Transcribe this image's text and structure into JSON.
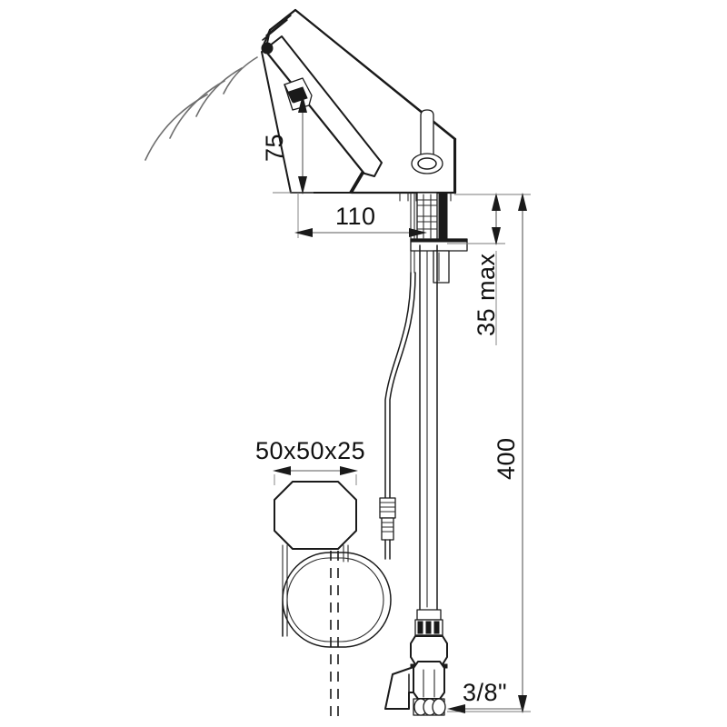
{
  "drawing": {
    "title": "Electronic sensor basin tap - dimensioned side elevation",
    "background_color": "#ffffff",
    "line_color": "#1a1a1a",
    "dimension_color": "#5a5a5a",
    "wave_color": "#6f6f6f"
  },
  "dimensions": {
    "sensor_height": {
      "value": "75",
      "orientation": "vertical",
      "description": "Height from mounting surface to sensor window"
    },
    "spout_reach": {
      "value": "110",
      "orientation": "horizontal",
      "description": "Spout projection from shank centre"
    },
    "deck_thickness": {
      "value": "35 max",
      "orientation": "vertical",
      "description": "Maximum mounting deck thickness"
    },
    "total_length": {
      "value": "400",
      "orientation": "vertical",
      "description": "Overall length below mounting surface"
    },
    "battery_box": {
      "value": "50x50x25",
      "orientation": "horizontal",
      "description": "Control / battery box dimensions"
    },
    "supply_thread": {
      "value": "3/8\"",
      "orientation": "horizontal",
      "description": "Supply inlet thread size"
    }
  },
  "components": {
    "spout_body": "spout-body",
    "sensor_window": "sensor-window",
    "sensor_eye": "sensor-eye",
    "detection_waves": "detection-waves",
    "aerator_outlet": "aerator-outlet",
    "mounting_shank": "mounting-shank",
    "lock_washer": "lock-washer",
    "lock_nut": "lock-nut",
    "flexible_hose": "flexible-hose",
    "sensor_cable": "sensor-cable",
    "cable_connector": "cable-connector",
    "control_box": "control-box",
    "coiled_cable": "coiled-cable",
    "hose_coupling": "hose-coupling",
    "stop_valve": "stop-valve",
    "valve_lever": "valve-lever",
    "inlet_thread": "inlet-thread"
  }
}
